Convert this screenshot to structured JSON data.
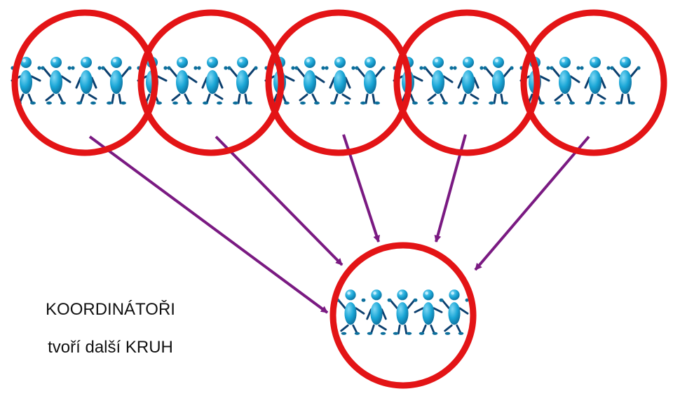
{
  "caption": {
    "line1": "KOORDINÁTOŘI",
    "line2": "tvoří další KRUH"
  },
  "colors": {
    "circle": "#e31416",
    "arrow": "#7a1a82",
    "figure": "#1aa6d6",
    "figure_dark": "#0d6f9c",
    "limb": "#0c3f6e"
  },
  "diagram": {
    "top_circle_count": 5,
    "people_per_top_circle": 4,
    "people_in_result_circle": 5
  }
}
